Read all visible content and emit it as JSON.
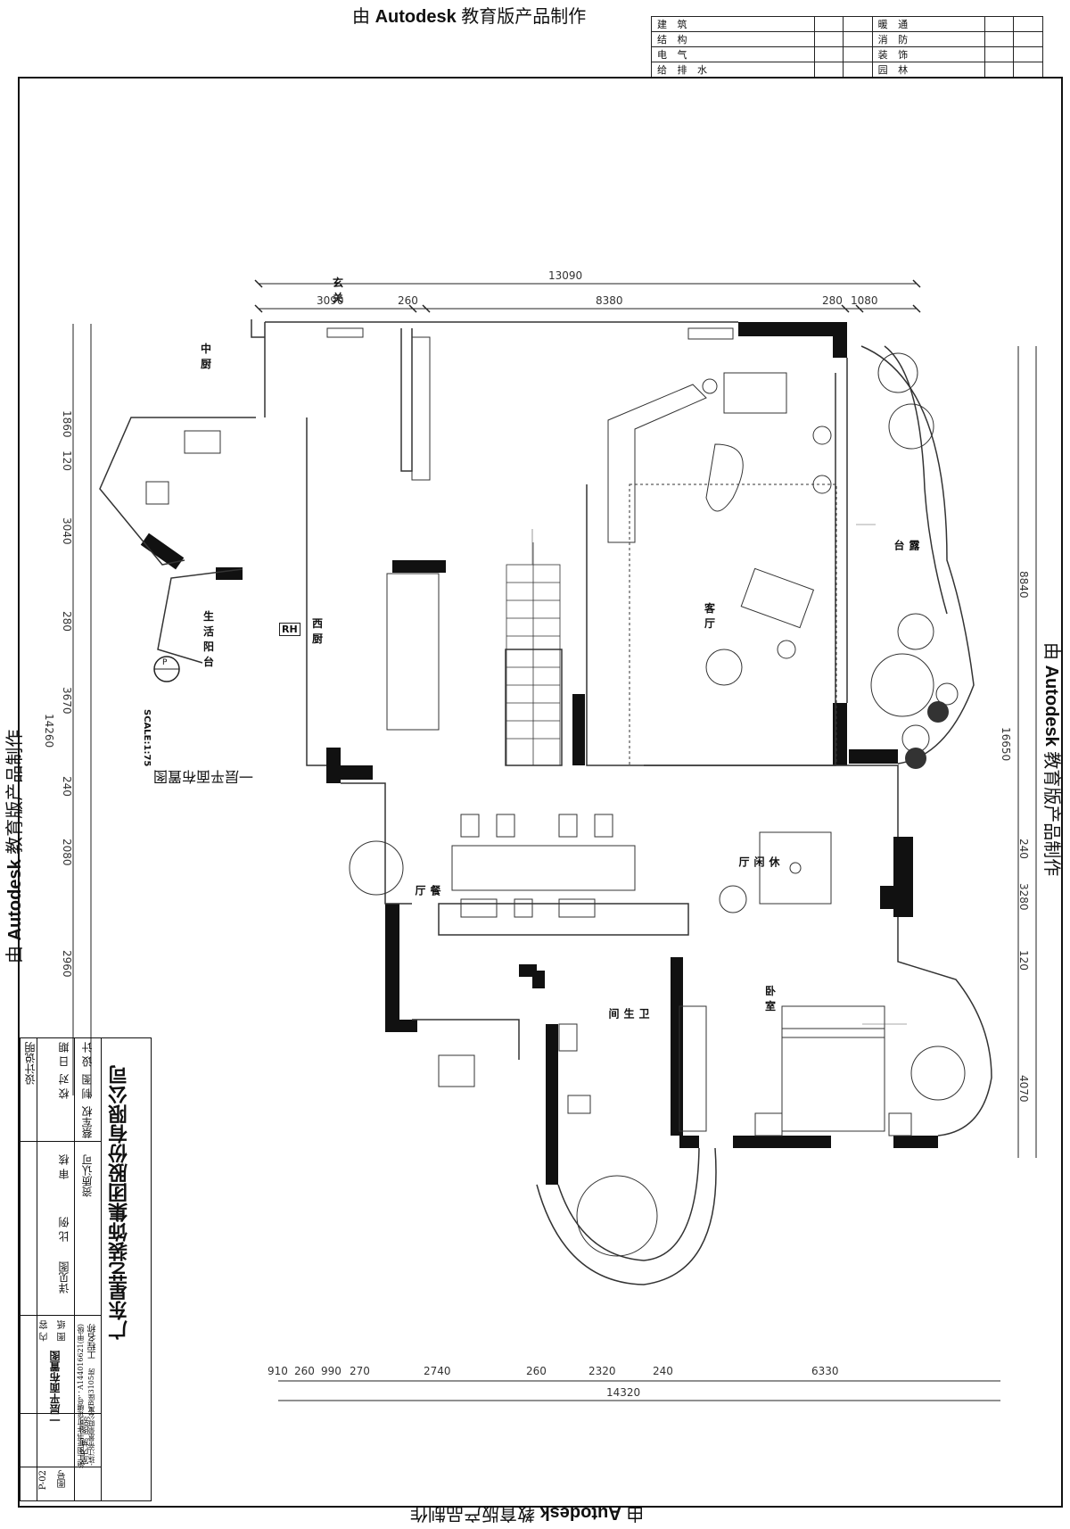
{
  "watermark": {
    "prefix": "由 ",
    "brand": "Autodesk",
    "suffix": " 教育版产品制作"
  },
  "disciplines": {
    "left": [
      "建 筑",
      "结 构",
      "电 气",
      "给 排 水"
    ],
    "right": [
      "暖 通",
      "消 防",
      "装 饰",
      "园 林"
    ]
  },
  "drawing": {
    "title": "一层平面布置图",
    "scale": "SCALE:1:75",
    "marker": "P",
    "rooms": {
      "entry": "玄关",
      "kitchen": "中厨",
      "balcony": "生活阳台",
      "western_kitchen": "西厨",
      "living": "客厅",
      "terrace": "露台",
      "dining": "餐厅",
      "lounge": "休闲厅",
      "bath": "卫生间",
      "bedroom": "卧室"
    },
    "label_rh": "RH",
    "dims_top": {
      "total": "13090",
      "parts": [
        "3090",
        "260",
        "8380",
        "280",
        "1080"
      ]
    },
    "dims_bottom": {
      "total": "14320",
      "parts": [
        "910",
        "260",
        "990",
        "270",
        "2740",
        "260",
        "2320",
        "240",
        "6330"
      ]
    },
    "dims_left": {
      "total": "14260",
      "parts": [
        "1860",
        "120",
        "3040",
        "280",
        "3670",
        "240",
        "2080",
        "2960"
      ]
    },
    "dims_right": {
      "total": "16650",
      "parts": [
        "8840",
        "240",
        "3280",
        "120",
        "4070"
      ]
    }
  },
  "title_block": {
    "company": "广东星艺装饰集团股份有限公司",
    "design_label": "设计说明",
    "rows": [
      {
        "label": "设 计",
        "value": ""
      },
      {
        "label": "制 图",
        "value": "蔡军权"
      },
      {
        "label": "校 对",
        "value": ""
      },
      {
        "label": "日 期",
        "value": ""
      }
    ],
    "qual_label": "资质认可",
    "audit_label": "审 核",
    "scale_label": "比 例",
    "detail_label": "详见图",
    "project_label": "工程名称",
    "project_value": "-珠江帝景豪庭公寓B座3105房",
    "license": "施工图证书许可证编号：A144016621(甲级)",
    "sheet_label": "图 纸",
    "content_label": "内 容",
    "sheet_title": "一层平面布置图",
    "category_label": "图别",
    "category_value": "室内施",
    "number_label": "图号",
    "number_value": "P-02"
  }
}
